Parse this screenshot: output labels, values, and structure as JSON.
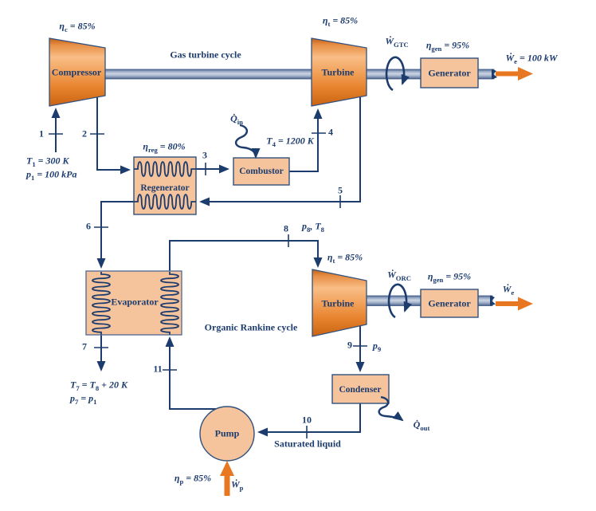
{
  "colors": {
    "line_navy": "#1d3c6e",
    "text_navy": "#1d3c6e",
    "component_fill": "#f5c49c",
    "component_border": "#31517e",
    "turbo_orange_light": "#f8bd85",
    "turbo_orange_dark": "#c96312",
    "shaft_gray": "#ccd5e3",
    "arrow_orange": "#e87722",
    "background": "#ffffff"
  },
  "gas_turbine_cycle": {
    "title": "Gas turbine cycle",
    "compressor": {
      "name": "Compressor",
      "efficiency": "η_{c} = 85%"
    },
    "inlet": {
      "temperature": "T_{1} = 300 K",
      "pressure": "p_{1} = 100 kPa"
    },
    "regenerator": {
      "name": "Regenerator",
      "effectiveness": "η_{reg} = 80%"
    },
    "combustor": {
      "name": "Combustor",
      "heat_input": "Q̇_{in}",
      "turbine_inlet_temp": "T_{4} = 1200 K"
    },
    "turbine": {
      "name": "Turbine",
      "efficiency": "η_{t} = 85%"
    },
    "shaft_work": "Ẇ_{GTC}",
    "generator": {
      "name": "Generator",
      "efficiency": "η_{gen} = 95%"
    },
    "electric_output": "Ẇ_{e} = 100 kW"
  },
  "organic_rankine_cycle": {
    "title": "Organic Rankine cycle",
    "evaporator": {
      "name": "Evaporator"
    },
    "evaporator_exit": {
      "temperature": "T_{7} = T_{8} + 20 K",
      "pressure": "p_{7} = p_{1}"
    },
    "turbine_inlet": "p_{8}, T_{8}",
    "turbine": {
      "name": "Turbine",
      "efficiency": "η_{t} = 85%"
    },
    "turbine_exit": "p_{9}",
    "shaft_work": "Ẇ_{ORC}",
    "generator": {
      "name": "Generator",
      "efficiency": "η_{gen} = 95%"
    },
    "electric_output": "Ẇ_{e}",
    "condenser": {
      "name": "Condenser",
      "heat_rejection": "Q̇_{out}"
    },
    "condenser_exit": "Saturated liquid",
    "pump": {
      "name": "Pump",
      "efficiency": "η_{p} = 85%",
      "work_input": "Ẇ_{p}"
    }
  },
  "states": [
    "1",
    "2",
    "3",
    "4",
    "5",
    "6",
    "7",
    "8",
    "9",
    "10",
    "11"
  ]
}
